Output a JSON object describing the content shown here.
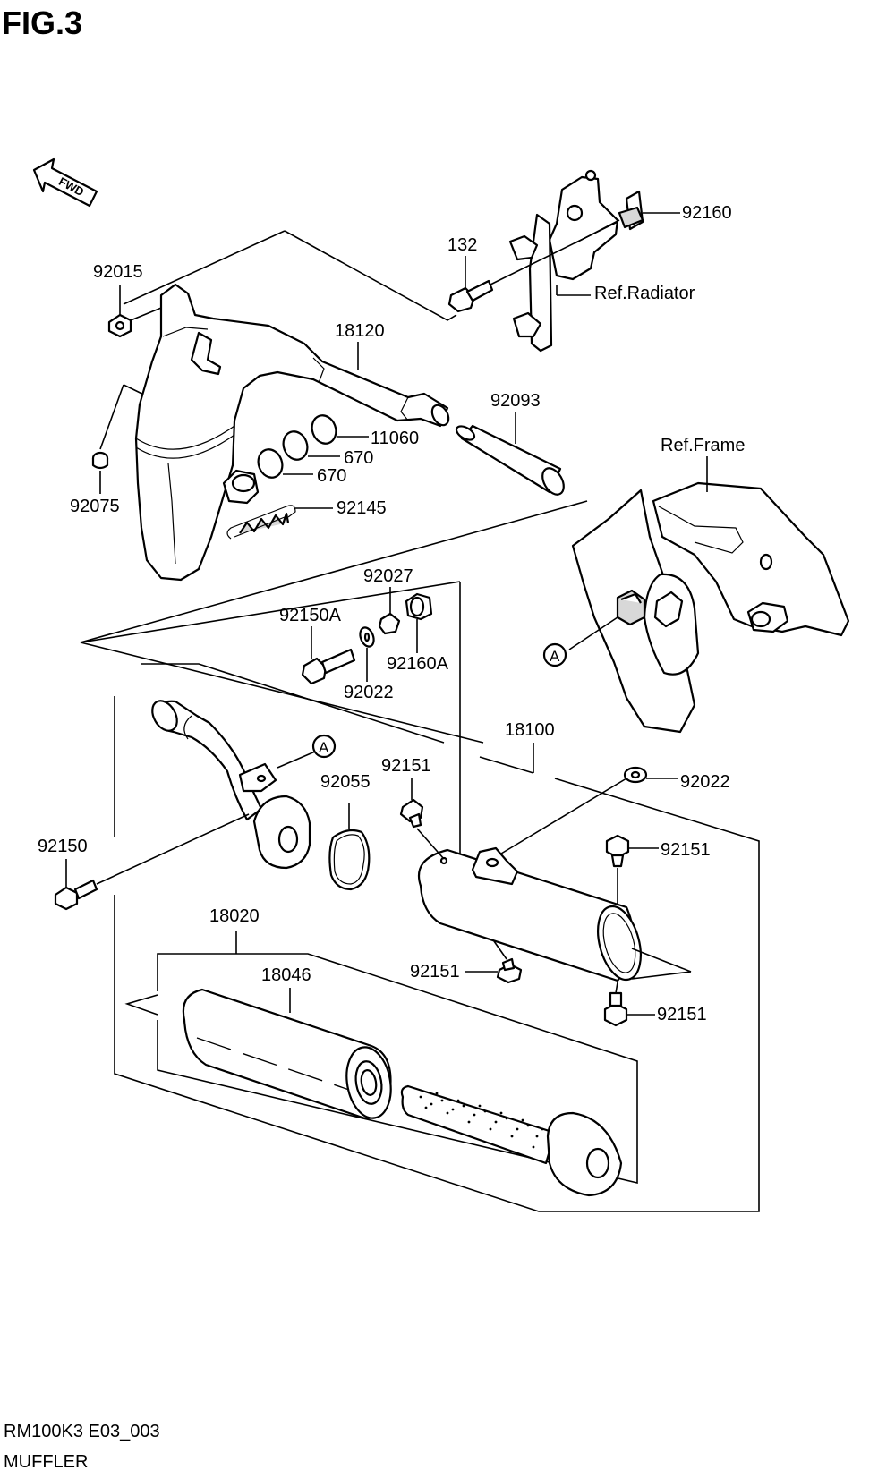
{
  "figure": {
    "title": "FIG.3",
    "fwd": "FWD",
    "footer_code": "RM100K3 E03_003",
    "footer_name": "MUFFLER"
  },
  "labels": {
    "p92160": "92160",
    "p132": "132",
    "ref_radiator": "Ref.Radiator",
    "p92015": "92015",
    "p18120": "18120",
    "p92093": "92093",
    "p11060": "11060",
    "p670a": "670",
    "p670b": "670",
    "p92075": "92075",
    "p92145": "92145",
    "ref_frame": "Ref.Frame",
    "p92027": "92027",
    "p92150A": "92150A",
    "p92160A": "92160A",
    "p92022a": "92022",
    "circle_a_frame": "A",
    "p18100": "18100",
    "circle_a_pipe": "A",
    "p92151a": "92151",
    "p92055": "92055",
    "p92022b": "92022",
    "p92150": "92150",
    "p92151b": "92151",
    "p18020": "18020",
    "p18046": "18046",
    "p92151c": "92151",
    "p92151d": "92151"
  }
}
